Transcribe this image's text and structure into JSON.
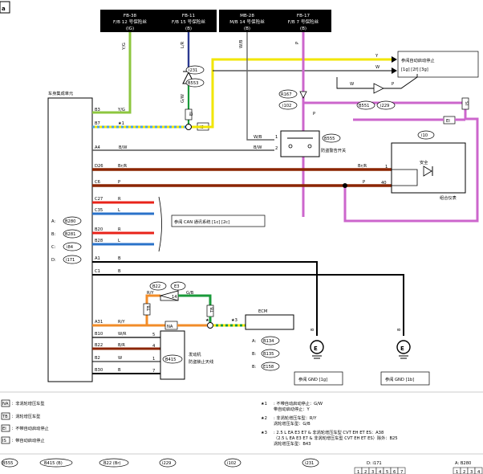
{
  "corner_tag": "a",
  "fuses": [
    {
      "l1": "FB-38",
      "l2": "F/B 12 号保险丝",
      "l3": "(IG)"
    },
    {
      "l1": "FB-11",
      "l2": "F/B 15 号保险丝",
      "l3": "(B)"
    },
    {
      "l1": "MB-28",
      "l2": "M/B 14 号保险丝",
      "l3": "(B)"
    },
    {
      "l1": "FB-17",
      "l2": "F/B 7 号保险丝",
      "l3": "(B)"
    }
  ],
  "wire_colors": {
    "yg": "Y/G",
    "lr": "L/R",
    "wb": "W/B",
    "p": "P",
    "y": "Y",
    "w": "W",
    "gw": "G/W",
    "ry": "R/Y",
    "gb": "G/B",
    "bw": "B/W",
    "brr": "Br/R",
    "b": "B",
    "r": "R",
    "l": "L",
    "wr": "W/R",
    "br": "B/R"
  },
  "labels": {
    "bcm": "车身集成单元",
    "ref_remote": "参阅自动启动停止",
    "ref_remote_pages": "[1g] [2f] [3g]",
    "alarm_switch": "防盗警告开关",
    "security": "安全",
    "combination_meter": "组合仪表",
    "can_ref": "参阅 CAN 通讯系统 [1c] [2c]",
    "ecm": "ECM",
    "engine_immobilizer_1": "发动机",
    "engine_immobilizer_2": "防盗锁止天线",
    "gnd_1": "参阅 GND [1g]",
    "gnd_2": "参阅 GND [1b]",
    "gnd_symbol": "E"
  },
  "connectors": {
    "i231": "i231",
    "b553": "B553",
    "r167": "R167",
    "i102": "i102",
    "b551": "B551",
    "i229": "i229",
    "b555": "B555",
    "i10": "i10",
    "b22": "B22",
    "e3": "E3",
    "b415": "B415",
    "a_b280": "B280",
    "b_b281": "B281",
    "c_i84": "i84",
    "d_i171": "i171",
    "a_b134": "B134",
    "b_b135": "B135",
    "b_e158": "E158"
  },
  "bcm_pins": {
    "b3": "B3",
    "b7": "B7",
    "a4": "A4",
    "d26": "D26",
    "c6": "C6",
    "c27": "C27",
    "c35": "C35",
    "b20": "B20",
    "b28": "B28",
    "a1": "A1",
    "c1": "C1",
    "a31": "A31",
    "b10": "B10",
    "b22": "B22",
    "b2": "B2",
    "b30": "B30"
  },
  "letters": {
    "a": "A:",
    "b": "B:",
    "c": "C:",
    "d": "D:"
  },
  "pin_numbers": {
    "sw1": "1",
    "sw2": "2",
    "m1": "1",
    "m40": "40",
    "e5": "5",
    "e4": "4",
    "e1": "1",
    "e7": "7",
    "g8a": "8",
    "g8b": "8",
    "w14": "14"
  },
  "marks": {
    "star1": "★1",
    "star2": "★2",
    "star3": "★3",
    "NA": "NA",
    "TB": "TB",
    "EI": "EI",
    "IS": "IS"
  },
  "legend": [
    {
      "tag": "NA",
      "text": "：非涡轮增压车型"
    },
    {
      "tag": "TB",
      "text": "：涡轮增压车型"
    },
    {
      "tag": "EI",
      "text": "：不带自动启动停止"
    },
    {
      "tag": "IS",
      "text": "：带自动启动停止"
    }
  ],
  "notes": [
    {
      "mark": "★1",
      "lines": [
        ": 不带自动启动停止：G/W",
        "  带自动启动停止：Y"
      ]
    },
    {
      "mark": "★2",
      "lines": [
        ": 非涡轮增压车型：R/Y",
        "  涡轮增压车型：G/B"
      ]
    },
    {
      "mark": "★3",
      "lines": [
        ": 2.5 L EA E3 E7 & 非涡轮增压车型 CVT EH ET ES：A38",
        "  （2.5 L EA E3 E7 & 非涡轮增压车型 CVT EH ET ES）除外：B25",
        "  涡轮增压车型：B43"
      ]
    }
  ],
  "bottom_connectors": [
    "B555",
    "B415 (B)",
    "B22 (Br)",
    "i229",
    "i102",
    "i231",
    "D: i171",
    "A: B280"
  ],
  "bottom_pins": [
    "1",
    "2",
    "3",
    "4",
    "5",
    "6",
    "7",
    "1",
    "2",
    "3",
    "4"
  ],
  "colors": {
    "yg": "#8dc63f",
    "lr": "#2b3990",
    "p": "#cc66cc",
    "y": "#f2e600",
    "brr": "#8b2500",
    "red": "#e8231a",
    "blue": "#2a72c9",
    "orange": "#f28c28",
    "green": "#1a9a3a",
    "gw_dash": "#4aa3df",
    "black": "#000000",
    "gray": "#9a9a9a"
  }
}
